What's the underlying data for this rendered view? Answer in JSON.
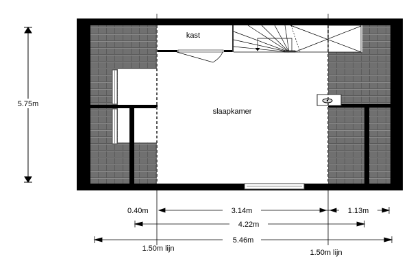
{
  "rooms": {
    "kast": "kast",
    "bedroom": "slaapkamer"
  },
  "dimensions": {
    "height": "5.75m",
    "left_offset": "0.40m",
    "middle": "3.14m",
    "right": "1.13m",
    "inner_width": "4.22m",
    "total_width": "5.46m",
    "line_left": "1.50m lijn",
    "line_right": "1.50m lijn"
  },
  "colors": {
    "wall": "#000000",
    "roof": "#6e6e6e",
    "floor": "#ffffff"
  }
}
